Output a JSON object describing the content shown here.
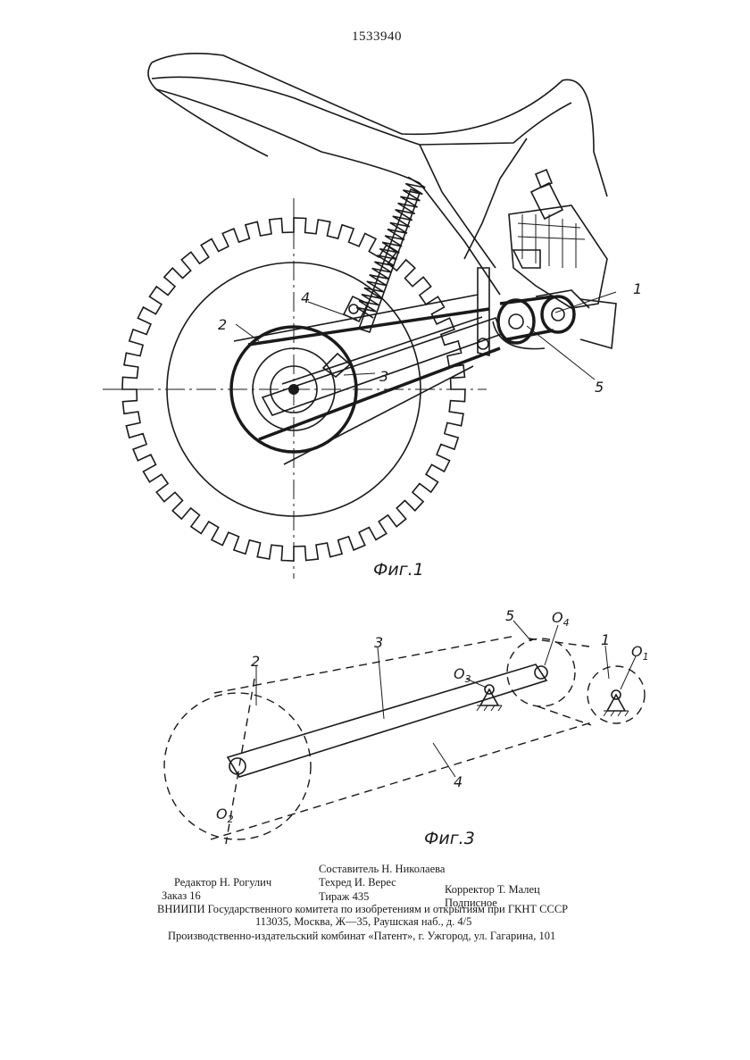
{
  "patent_number": "1533940",
  "figures": {
    "fig1": {
      "caption": "Фиг.1",
      "labels": {
        "n1": "1",
        "n2": "2",
        "n3": "3",
        "n4": "4",
        "n5": "5"
      }
    },
    "fig3": {
      "caption": "Фиг.3",
      "labels": {
        "n1": "1",
        "n2": "2",
        "n3": "3",
        "n4": "4",
        "n5": "5",
        "o1": "O",
        "o1_sub": "1",
        "o2": "O",
        "o2_sub": "2",
        "o3": "O",
        "o3_sub": "3",
        "o4": "O",
        "o4_sub": "4"
      }
    }
  },
  "colophon": {
    "editor": "Редактор Н. Рогулич",
    "compiler": "Составитель Н. Николаева",
    "order": "Заказ 16",
    "techred": "Техред И. Верес",
    "corrector": "Корректор Т. Малец",
    "circulation": "Тираж 435",
    "subscription": "Подписное",
    "org_line": "ВНИИПИ Государственного комитета по изобретениям и открытиям при ГКНТ СССР",
    "address_line": "113035, Москва, Ж—35, Раушская наб., д. 4/5",
    "printer_line": "Производственно-издательский комбинат «Патент», г. Ужгород, ул. Гагарина, 101"
  }
}
